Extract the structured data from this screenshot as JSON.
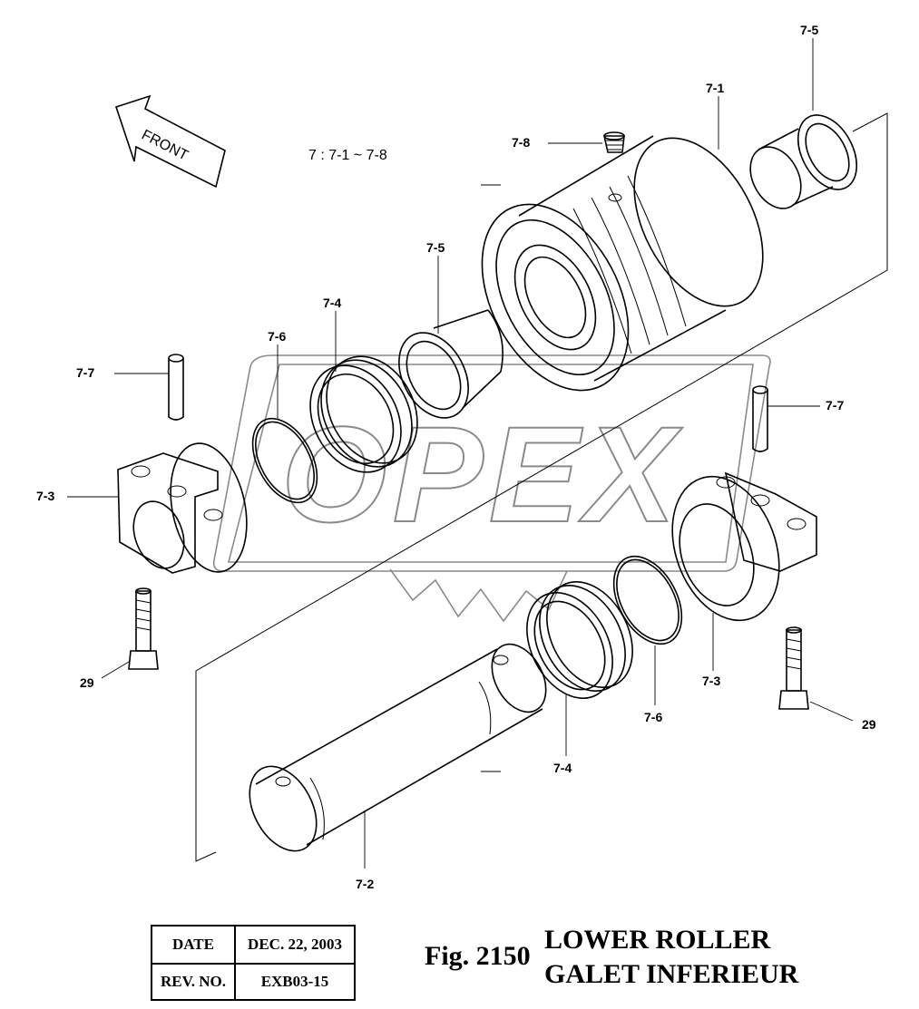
{
  "front_arrow": {
    "text": "FRONT"
  },
  "set_note": {
    "text": "7 : 7-1 ~ 7-8"
  },
  "watermark": {
    "text": "OPEX"
  },
  "labels": [
    {
      "id": "7-5-top",
      "text": "7-5"
    },
    {
      "id": "7-1",
      "text": "7-1"
    },
    {
      "id": "7-8",
      "text": "7-8"
    },
    {
      "id": "7-5-mid",
      "text": "7-5"
    },
    {
      "id": "7-4-top",
      "text": "7-4"
    },
    {
      "id": "7-6-left",
      "text": "7-6"
    },
    {
      "id": "7-7-left",
      "text": "7-7"
    },
    {
      "id": "7-7-right",
      "text": "7-7"
    },
    {
      "id": "7-3-left",
      "text": "7-3"
    },
    {
      "id": "29-left",
      "text": "29"
    },
    {
      "id": "7-3-right",
      "text": "7-3"
    },
    {
      "id": "7-6-right",
      "text": "7-6"
    },
    {
      "id": "29-right",
      "text": "29"
    },
    {
      "id": "7-4-bottom",
      "text": "7-4"
    },
    {
      "id": "7-2",
      "text": "7-2"
    }
  ],
  "info_table": {
    "date_label": "DATE",
    "date_value": "DEC. 22, 2003",
    "rev_label": "REV. NO.",
    "rev_value": "EXB03-15"
  },
  "figure": {
    "number": "Fig. 2150",
    "title_en": "LOWER ROLLER",
    "title_fr": "GALET INFERIEUR"
  }
}
